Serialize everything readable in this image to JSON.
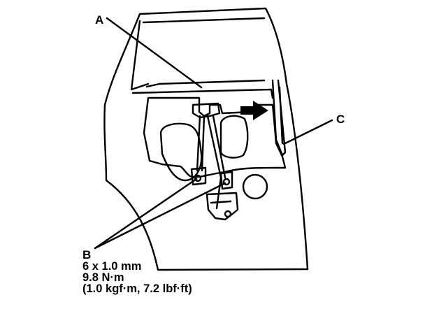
{
  "callouts": {
    "a": "A",
    "b": "B",
    "c": "C"
  },
  "spec": {
    "size": "6 x 1.0 mm",
    "torque_nm": "9.8 N·m",
    "torque_alt": "(1.0 kgf·m, 7.2 lbf·ft)"
  },
  "colors": {
    "line": "#000000",
    "background": "#ffffff"
  },
  "icons": [
    "arrow-right-icon"
  ]
}
